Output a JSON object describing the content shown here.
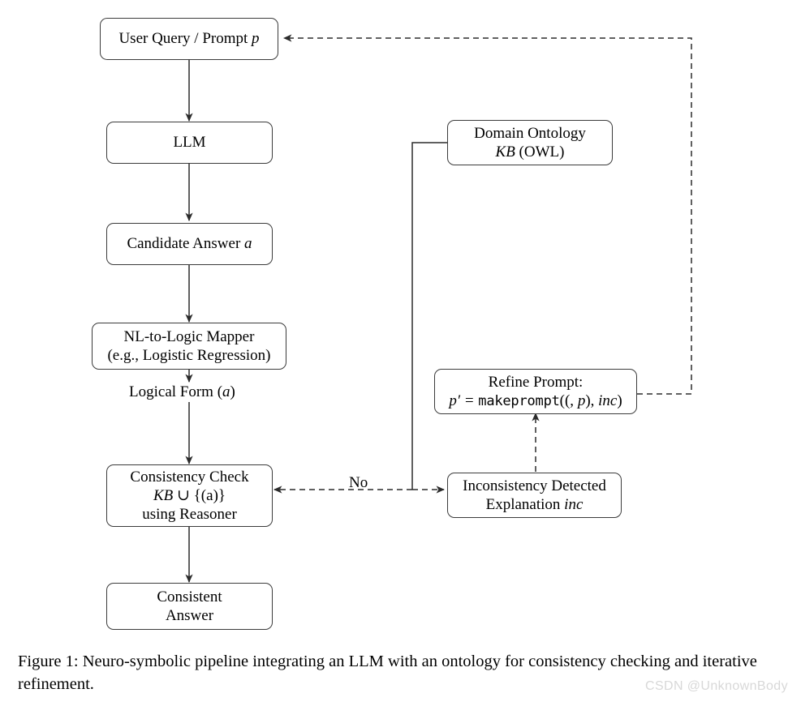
{
  "figure": {
    "caption": "Figure 1: Neuro-symbolic pipeline integrating an LLM with an ontology for consistency checking and iterative refinement.",
    "watermark": "CSDN @UnknownBody",
    "line_color": "#3b3b3b",
    "text_color": "#000000",
    "background": "#ffffff"
  },
  "nodes": {
    "user_query": {
      "line1": "User Query / Prompt",
      "math1": "p"
    },
    "llm": {
      "line1": "LLM"
    },
    "candidate_answer": {
      "line1": "Candidate Answer",
      "math1": "a"
    },
    "mapper": {
      "line1": "NL-to-Logic Mapper",
      "line2": "(e.g., Logistic Regression)"
    },
    "consistency_check": {
      "line1": "Consistency Check",
      "line2_math": "KB",
      "line2_rest": " ∪ {(a)}",
      "line3": "using Reasoner"
    },
    "consistent_answer": {
      "line1": "Consistent",
      "line2": "Answer"
    },
    "domain_ontology": {
      "line1": "Domain Ontology",
      "math1": "KB",
      "rest1": " (OWL)"
    },
    "refine_prompt": {
      "line1": "Refine Prompt:",
      "formula_lhs": "p′ = ",
      "formula_fn": "makeprompt",
      "formula_args_open": "((, ",
      "formula_p": "p",
      "formula_mid": "), ",
      "formula_inc": "inc",
      "formula_close": ")"
    },
    "inconsistency": {
      "line1": "Inconsistency Detected",
      "line2": "Explanation",
      "math2": "inc"
    }
  },
  "edge_labels": {
    "logical_form": "Logical Form (",
    "logical_form_math": "a",
    "logical_form_close": ")",
    "no_branch": "No"
  }
}
